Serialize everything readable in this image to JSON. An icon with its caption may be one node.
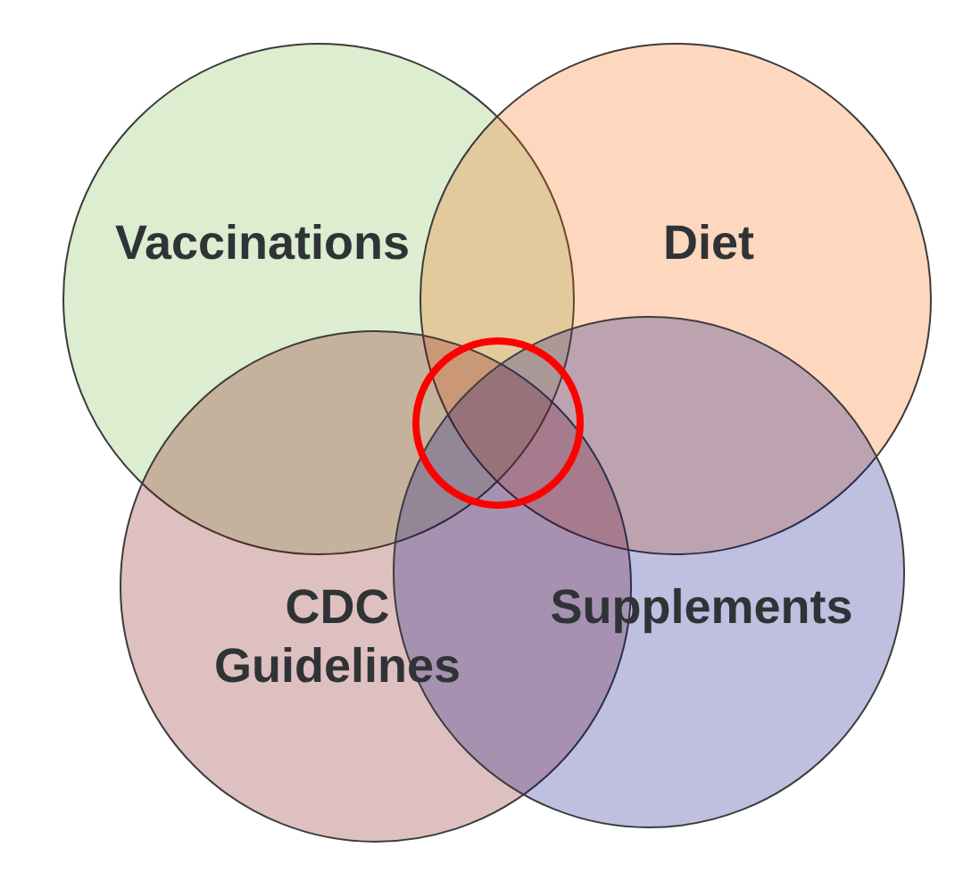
{
  "diagram": {
    "nodes": [
      {
        "text": [
          "Vaccinations"
        ]
      },
      {
        "text": [
          "Diet"
        ]
      },
      {
        "text": [
          "CDC Guidelines"
        ]
      },
      {
        "text": [
          "Supplements"
        ]
      },
      {
        "text": [],
        "shape": "circle"
      }
    ]
  }
}
